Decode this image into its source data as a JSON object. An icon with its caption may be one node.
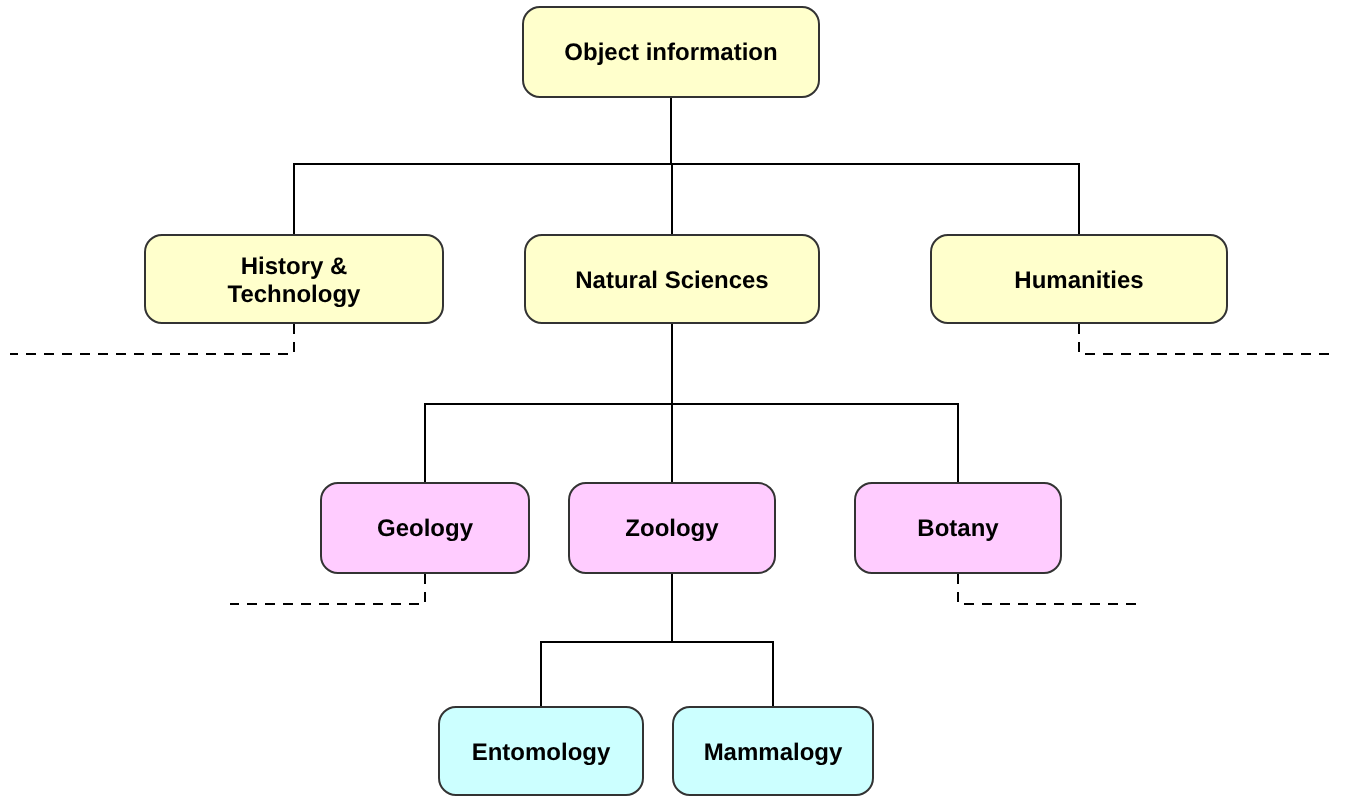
{
  "diagram": {
    "nodes": [
      {
        "text": [
          "Object information"
        ]
      },
      {
        "text": [
          "History & Technology"
        ]
      },
      {
        "text": [
          "Natural Sciences"
        ]
      },
      {
        "text": [
          "Humanities"
        ]
      },
      {
        "text": [
          "Geology"
        ]
      },
      {
        "text": [
          "Zoology"
        ]
      },
      {
        "text": [
          "Botany"
        ]
      },
      {
        "text": [
          "Entomology"
        ]
      },
      {
        "text": [
          "Mammalogy"
        ]
      }
    ],
    "edges": [
      {
        "from": 0,
        "to": 1,
        "arrow": "none"
      },
      {
        "from": 0,
        "to": 2,
        "arrow": "none"
      },
      {
        "from": 0,
        "to": 3,
        "arrow": "none"
      },
      {
        "from": 2,
        "to": 4,
        "arrow": "none"
      },
      {
        "from": 2,
        "to": 5,
        "arrow": "none"
      },
      {
        "from": 2,
        "to": 6,
        "arrow": "none"
      },
      {
        "from": 5,
        "to": 7,
        "arrow": "none"
      },
      {
        "from": 5,
        "to": 8,
        "arrow": "none"
      },
      {
        "from": 1,
        "to": null,
        "arrow": "none",
        "style": "dashed"
      },
      {
        "from": 3,
        "to": null,
        "arrow": "none",
        "style": "dashed"
      },
      {
        "from": 4,
        "to": null,
        "arrow": "none",
        "style": "dashed"
      },
      {
        "from": 6,
        "to": null,
        "arrow": "none",
        "style": "dashed"
      }
    ]
  }
}
